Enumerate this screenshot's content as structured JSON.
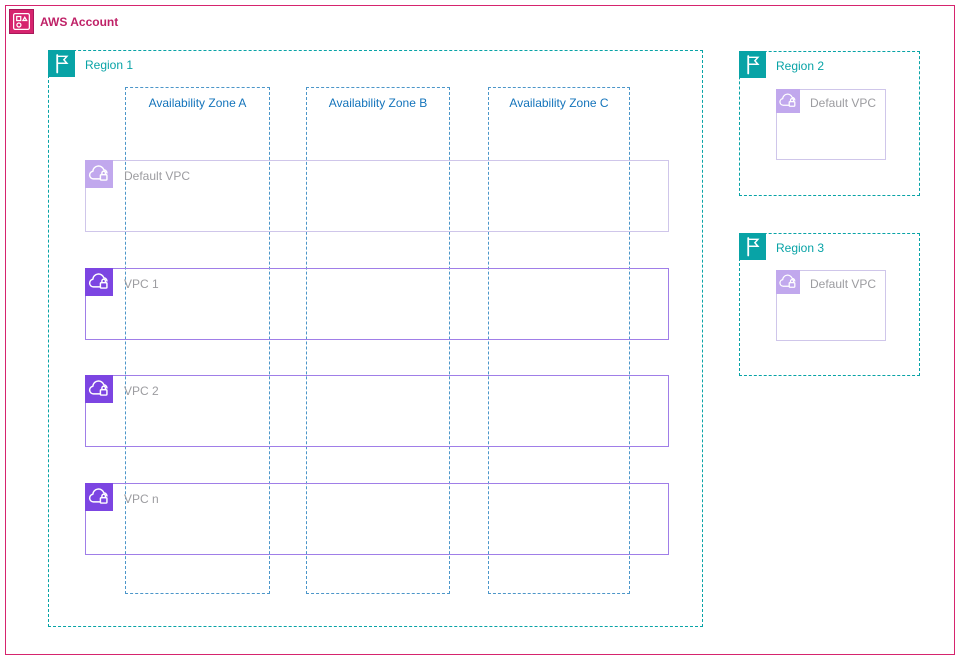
{
  "account": {
    "label": "AWS Account"
  },
  "region_1": {
    "label": "Region 1",
    "availability_zones": [
      {
        "label": "Availability Zone A"
      },
      {
        "label": "Availability Zone B"
      },
      {
        "label": "Availability Zone C"
      }
    ],
    "vpcs": [
      {
        "label": "Default VPC",
        "variant": "default"
      },
      {
        "label": "VPC 1",
        "variant": "custom"
      },
      {
        "label": "VPC 2",
        "variant": "custom"
      },
      {
        "label": "VPC n",
        "variant": "custom"
      }
    ]
  },
  "region_2": {
    "label": "Region 2",
    "default_vpc": {
      "label": "Default VPC"
    }
  },
  "region_3": {
    "label": "Region 3",
    "default_vpc": {
      "label": "Default VPC"
    }
  },
  "icons": {
    "account": "aws-account-icon",
    "region": "region-flag-icon",
    "vpc": "vpc-cloud-lock-icon"
  },
  "colors": {
    "account_pink": "#D6246E",
    "account_text": "#BF2167",
    "region_teal": "#08A3A6",
    "az_blue": "#1474BB",
    "az_border_blue": "#4C96C9",
    "vpc_purple": "#7C45E2",
    "vpc_border_purple": "#A07EE8",
    "default_vpc_icon_lavender": "#C1A8ED",
    "default_vpc_border": "#CFC6EA",
    "label_gray": "#9C9CA0"
  }
}
